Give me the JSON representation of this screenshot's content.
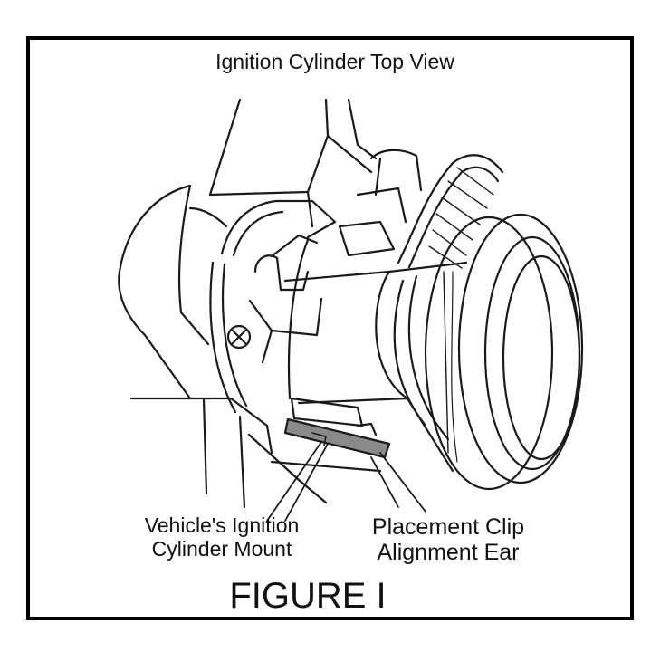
{
  "figure": {
    "title": "Ignition Cylinder Top View",
    "label_mount_line1": "Vehicle's Ignition",
    "label_mount_line2": "Cylinder Mount",
    "label_clip_line1": "Placement Clip",
    "label_clip_line2": "Alignment Ear",
    "caption": "FIGURE I"
  },
  "colors": {
    "line": "#1a1a1a",
    "shade": "#8a8a8a",
    "background": "#ffffff"
  }
}
